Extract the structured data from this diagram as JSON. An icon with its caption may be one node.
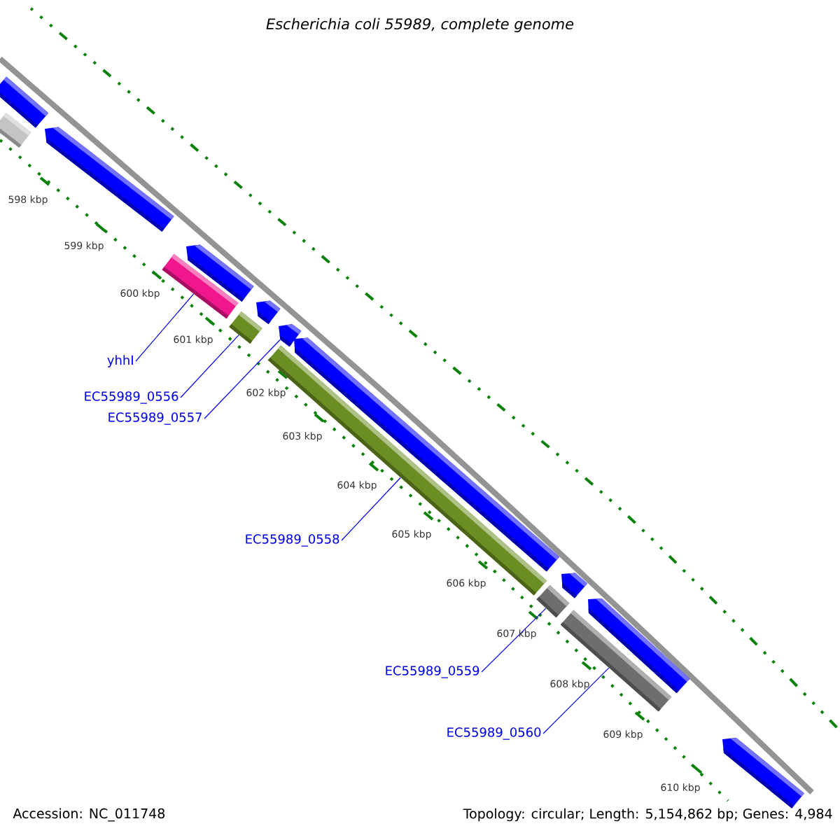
{
  "diagram": {
    "title": "Escherichia coli 55989, complete genome",
    "nodes": [
      {
        "text": [],
        "shape": "bar"
      },
      {
        "text": [],
        "shape": "bar"
      },
      {
        "text": [],
        "shape": "arrow"
      },
      {
        "text": [],
        "shape": "bar"
      },
      {
        "text": [],
        "shape": "arrow"
      },
      {
        "text": [],
        "shape": "bar"
      },
      {
        "text": [],
        "shape": "arrow"
      },
      {
        "text": [],
        "shape": "bar"
      },
      {
        "text": [],
        "shape": "arrow"
      },
      {
        "text": [],
        "shape": "arrow"
      },
      {
        "text": [],
        "shape": "bar"
      },
      {
        "text": [],
        "shape": "arrow"
      },
      {
        "text": [],
        "shape": "bar"
      },
      {
        "text": [],
        "shape": "arrow"
      },
      {
        "text": [],
        "shape": "arrow"
      },
      {
        "text": [
          "yhhI"
        ]
      },
      {
        "text": [
          "EC55989_0556"
        ]
      },
      {
        "text": [
          "EC55989_0557"
        ]
      },
      {
        "text": [
          "EC55989_0558"
        ]
      },
      {
        "text": [
          "EC55989_0559"
        ]
      },
      {
        "text": [
          "EC55989_0560"
        ]
      }
    ],
    "edges": [
      {
        "from": 15,
        "to": 3,
        "arrow": "none"
      },
      {
        "from": 16,
        "to": 5,
        "arrow": "none"
      },
      {
        "from": 17,
        "to": 8,
        "arrow": "none"
      },
      {
        "from": 18,
        "to": 7,
        "arrow": "none"
      },
      {
        "from": 19,
        "to": 10,
        "arrow": "none"
      },
      {
        "from": 20,
        "to": 12,
        "arrow": "none"
      }
    ],
    "labels": [
      "598 kbp",
      "599 kbp",
      "600 kbp",
      "601 kbp",
      "602 kbp",
      "603 kbp",
      "604 kbp",
      "605 kbp",
      "606 kbp",
      "607 kbp",
      "608 kbp",
      "609 kbp",
      "610 kbp",
      "Accession: NC_011748",
      "Topology: circular; Length: 5,154,862 bp; Genes: 4,984"
    ]
  }
}
